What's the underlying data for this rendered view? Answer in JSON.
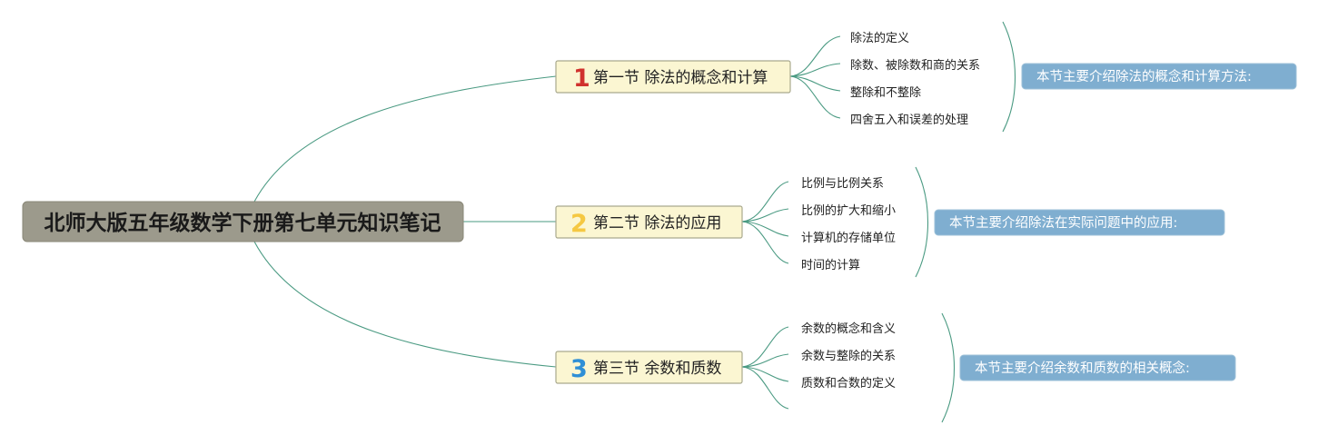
{
  "root": {
    "title": "北师大版五年级数学下册第七单元知识笔记"
  },
  "sections": [
    {
      "number": "1",
      "title": "第一节 除法的概念和计算",
      "number_color": "#d0312d",
      "items": [
        "除法的定义",
        "除数、被除数和商的关系",
        "整除和不整除",
        "四舍五入和误差的处理"
      ],
      "summary": "本节主要介绍除法的概念和计算方法:"
    },
    {
      "number": "2",
      "title": "第二节 除法的应用",
      "number_color": "#f5c842",
      "items": [
        "比例与比例关系",
        "比例的扩大和缩小",
        "计算机的存储单位",
        "时间的计算"
      ],
      "summary": "本节主要介绍除法在实际问题中的应用:"
    },
    {
      "number": "3",
      "title": "第三节 余数和质数",
      "number_color": "#2f8fd6",
      "items": [
        "余数的概念和含义",
        "余数与整除的关系",
        "质数和合数的定义"
      ],
      "summary": "本节主要介绍余数和质数的相关概念:"
    }
  ],
  "colors": {
    "connector": "#4a9a82",
    "root_fill": "#9c9a8c",
    "section_fill": "#fbf6d2",
    "summary_fill": "#7faed0"
  }
}
